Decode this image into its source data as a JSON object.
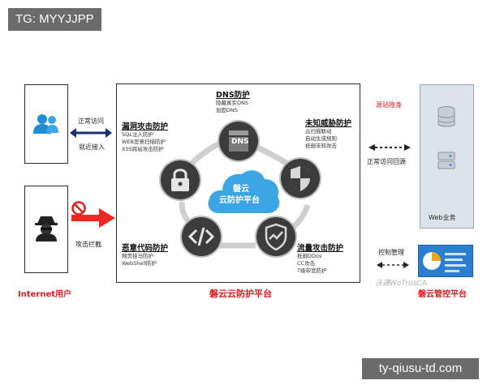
{
  "watermark_top": "TG: MYYJJPP",
  "watermark_bottom": "ty-qiusu-td.com",
  "left": {
    "normal_access": "正常访问",
    "nearby_access": "就近接入",
    "attack_intercept": "攻击拦截",
    "internet_user": "Internet用户"
  },
  "platform": {
    "title": "磐云云防护平台",
    "center_line1": "磐云",
    "center_line2": "云防护平台"
  },
  "modules": {
    "dns": {
      "title": "DNS防护",
      "items": [
        "隐藏真实DNS",
        "加固DNS"
      ],
      "icon_label": "DNS"
    },
    "vuln": {
      "title": "漏洞攻击防护",
      "items": [
        "SQL注入防护",
        "WEB恶意扫描防护",
        "XSS跨站攻击防护"
      ]
    },
    "unknown": {
      "title": "未知威胁防护",
      "items": [
        "云扫描联动",
        "自动生成规则",
        "抵御未知攻击"
      ]
    },
    "malicious": {
      "title": "恶意代码防护",
      "items": [
        "网页挂马防护",
        "WebShell防护"
      ]
    },
    "traffic": {
      "title": "流量攻击防护",
      "items": [
        "抵御DDos",
        "CC攻击",
        "T级带宽防护"
      ]
    }
  },
  "right": {
    "origin_hide": "源站隐身",
    "normal_back": "正常访问回源",
    "web_business": "Web业务",
    "control_manage": "控制管理",
    "control_platform": "磐云管控平台",
    "wechat_mark": "沃通WoTrusCA"
  }
}
